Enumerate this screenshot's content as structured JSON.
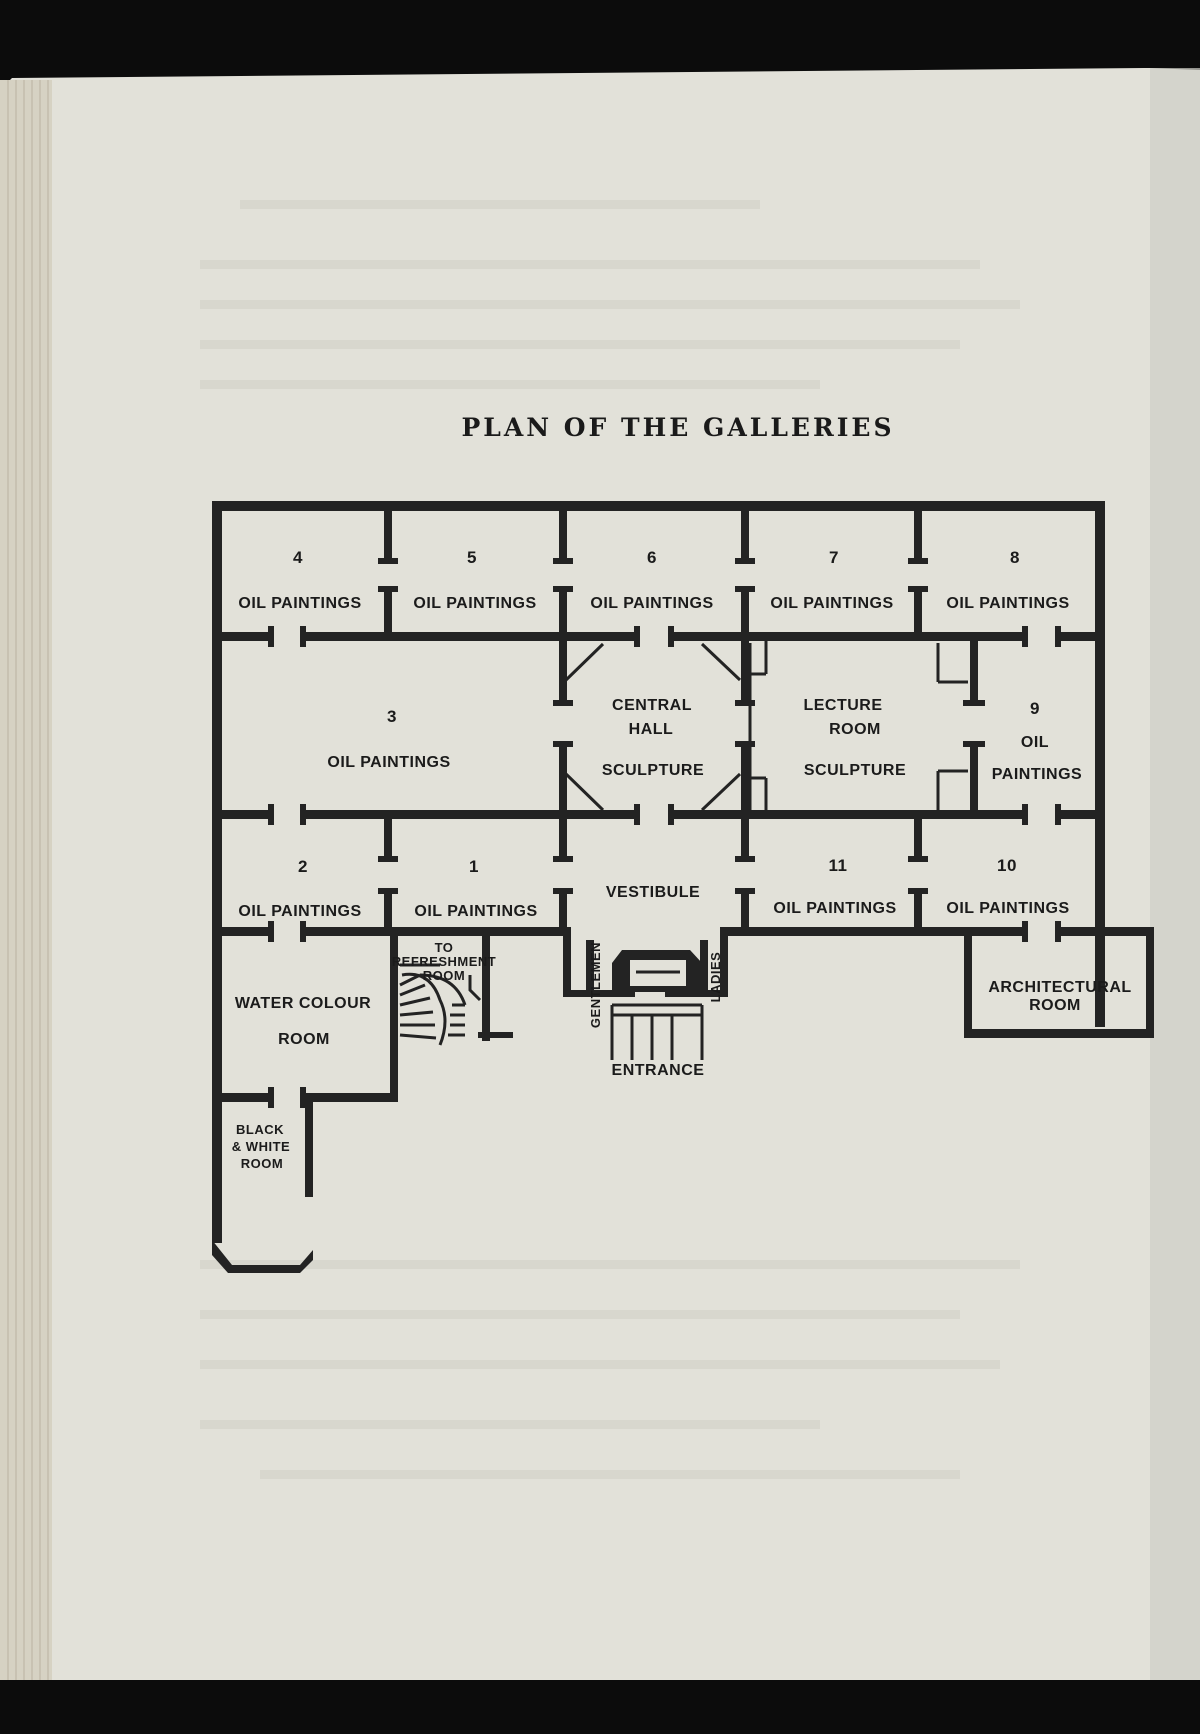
{
  "title": "PLAN OF THE GALLERIES",
  "rooms": {
    "r4": {
      "num": "4",
      "label": "OIL PAINTINGS"
    },
    "r5": {
      "num": "5",
      "label": "OIL PAINTINGS"
    },
    "r6": {
      "num": "6",
      "label": "OIL PAINTINGS"
    },
    "r7": {
      "num": "7",
      "label": "OIL PAINTINGS"
    },
    "r8": {
      "num": "8",
      "label": "OIL PAINTINGS"
    },
    "r3": {
      "num": "3",
      "label": "OIL PAINTINGS"
    },
    "central_hall": {
      "line1": "CENTRAL",
      "line2": "HALL",
      "label": "SCULPTURE"
    },
    "lecture_room": {
      "line1": "LECTURE",
      "line2": "ROOM",
      "label": "SCULPTURE"
    },
    "r9": {
      "num": "9",
      "line1": "OIL",
      "line2": "PAINTINGS"
    },
    "r2": {
      "num": "2",
      "label": "OIL PAINTINGS"
    },
    "r1": {
      "num": "1",
      "label": "OIL PAINTINGS"
    },
    "vestibule": {
      "label": "VESTIBULE"
    },
    "r11": {
      "num": "11",
      "label": "OIL PAINTINGS"
    },
    "r10": {
      "num": "10",
      "label": "OIL PAINTINGS"
    },
    "water_colour": {
      "line1": "WATER COLOUR",
      "line2": "ROOM"
    },
    "refreshment": {
      "line1": "TO",
      "line2": "REFRESHMENT",
      "line3": "ROOM"
    },
    "gentlemen": {
      "label": "GENTLEMEN"
    },
    "ladies": {
      "label": "LADIES"
    },
    "entrance": {
      "label": "ENTRANCE"
    },
    "architectural": {
      "line1": "ARCHITECTURAL",
      "line2": "ROOM"
    },
    "black_white": {
      "line1": "BLACK",
      "line2": "& WHITE",
      "line3": "ROOM"
    }
  },
  "colors": {
    "paper": "#e4e3db",
    "ink": "#232323",
    "background": "#0c0c0c"
  }
}
